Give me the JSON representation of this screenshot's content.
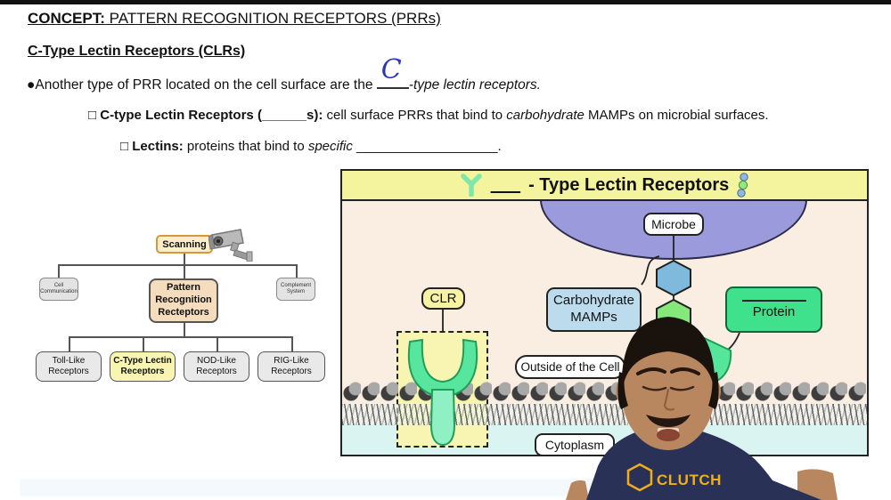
{
  "colors": {
    "handwriting_blue": "#2a35c0",
    "scanning_cream": "#fbeec8",
    "prr_tan": "#f4dcbc",
    "highlight_yellow": "#f8f5b2",
    "banner_yellow": "#f4f49f",
    "diagram_bg": "#faede2",
    "microbe_purple": "#9a9adc",
    "cytoplasm_cyan": "#d9f4f1",
    "clr_label_yellow": "#f8f2a2",
    "mamps_blue": "#bcdcee",
    "protein_green": "#3fe18c",
    "receptor_green": "#58e69e",
    "clutch_gold": "#efae1c",
    "shirt_navy": "#2a3157"
  },
  "notes": {
    "concept_label": "CONCEPT:",
    "concept_title": " PATTERN RECOGNITION RECEPTORS (PRRs)",
    "section_title": "C-Type Lectin Receptors (CLRs)",
    "bullet_marker": "●",
    "square_marker": "□ ",
    "bullet1_pre": "Another type of PRR located on the cell surface are the ",
    "bullet1_handwritten": "C",
    "bullet1_post": "-type lectin receptors.",
    "sub1_bold_pre": "C-type Lectin Receptors (",
    "sub1_blank": "______",
    "sub1_bold_post": "s):",
    "sub1_text1": " cell surface PRRs that bind to ",
    "sub1_italic": "carbohydrate",
    "sub1_text2": " MAMPs on microbial surfaces.",
    "sub2_bold": "Lectins:",
    "sub2_text1": " proteins that bind to ",
    "sub2_italic": "specific",
    "sub2_blank": " ___________________",
    "sub2_end": "."
  },
  "flowchart": {
    "scanning_label": "Scanning",
    "left_node": "Cell Communication",
    "root_node": "Pattern Recognition Recteptors",
    "right_node": "Complement System",
    "children": [
      "Toll-Like Receptors",
      "C-Type Lectin Receptors",
      "NOD-Like Receptors",
      "RIG-Like Receptors"
    ]
  },
  "diagram": {
    "title_blank": "___",
    "title_text": "- Type Lectin Receptors",
    "microbe_label": "Microbe",
    "clr_label": "CLR",
    "mamps_line1": "Carbohydrate",
    "mamps_line2": "MAMPs",
    "protein_label": "Protein",
    "outside_label": "Outside of the Cell",
    "cytoplasm_label": "Cytoplasm"
  },
  "webcam": {
    "shirt_brand": "CLUTCH"
  }
}
